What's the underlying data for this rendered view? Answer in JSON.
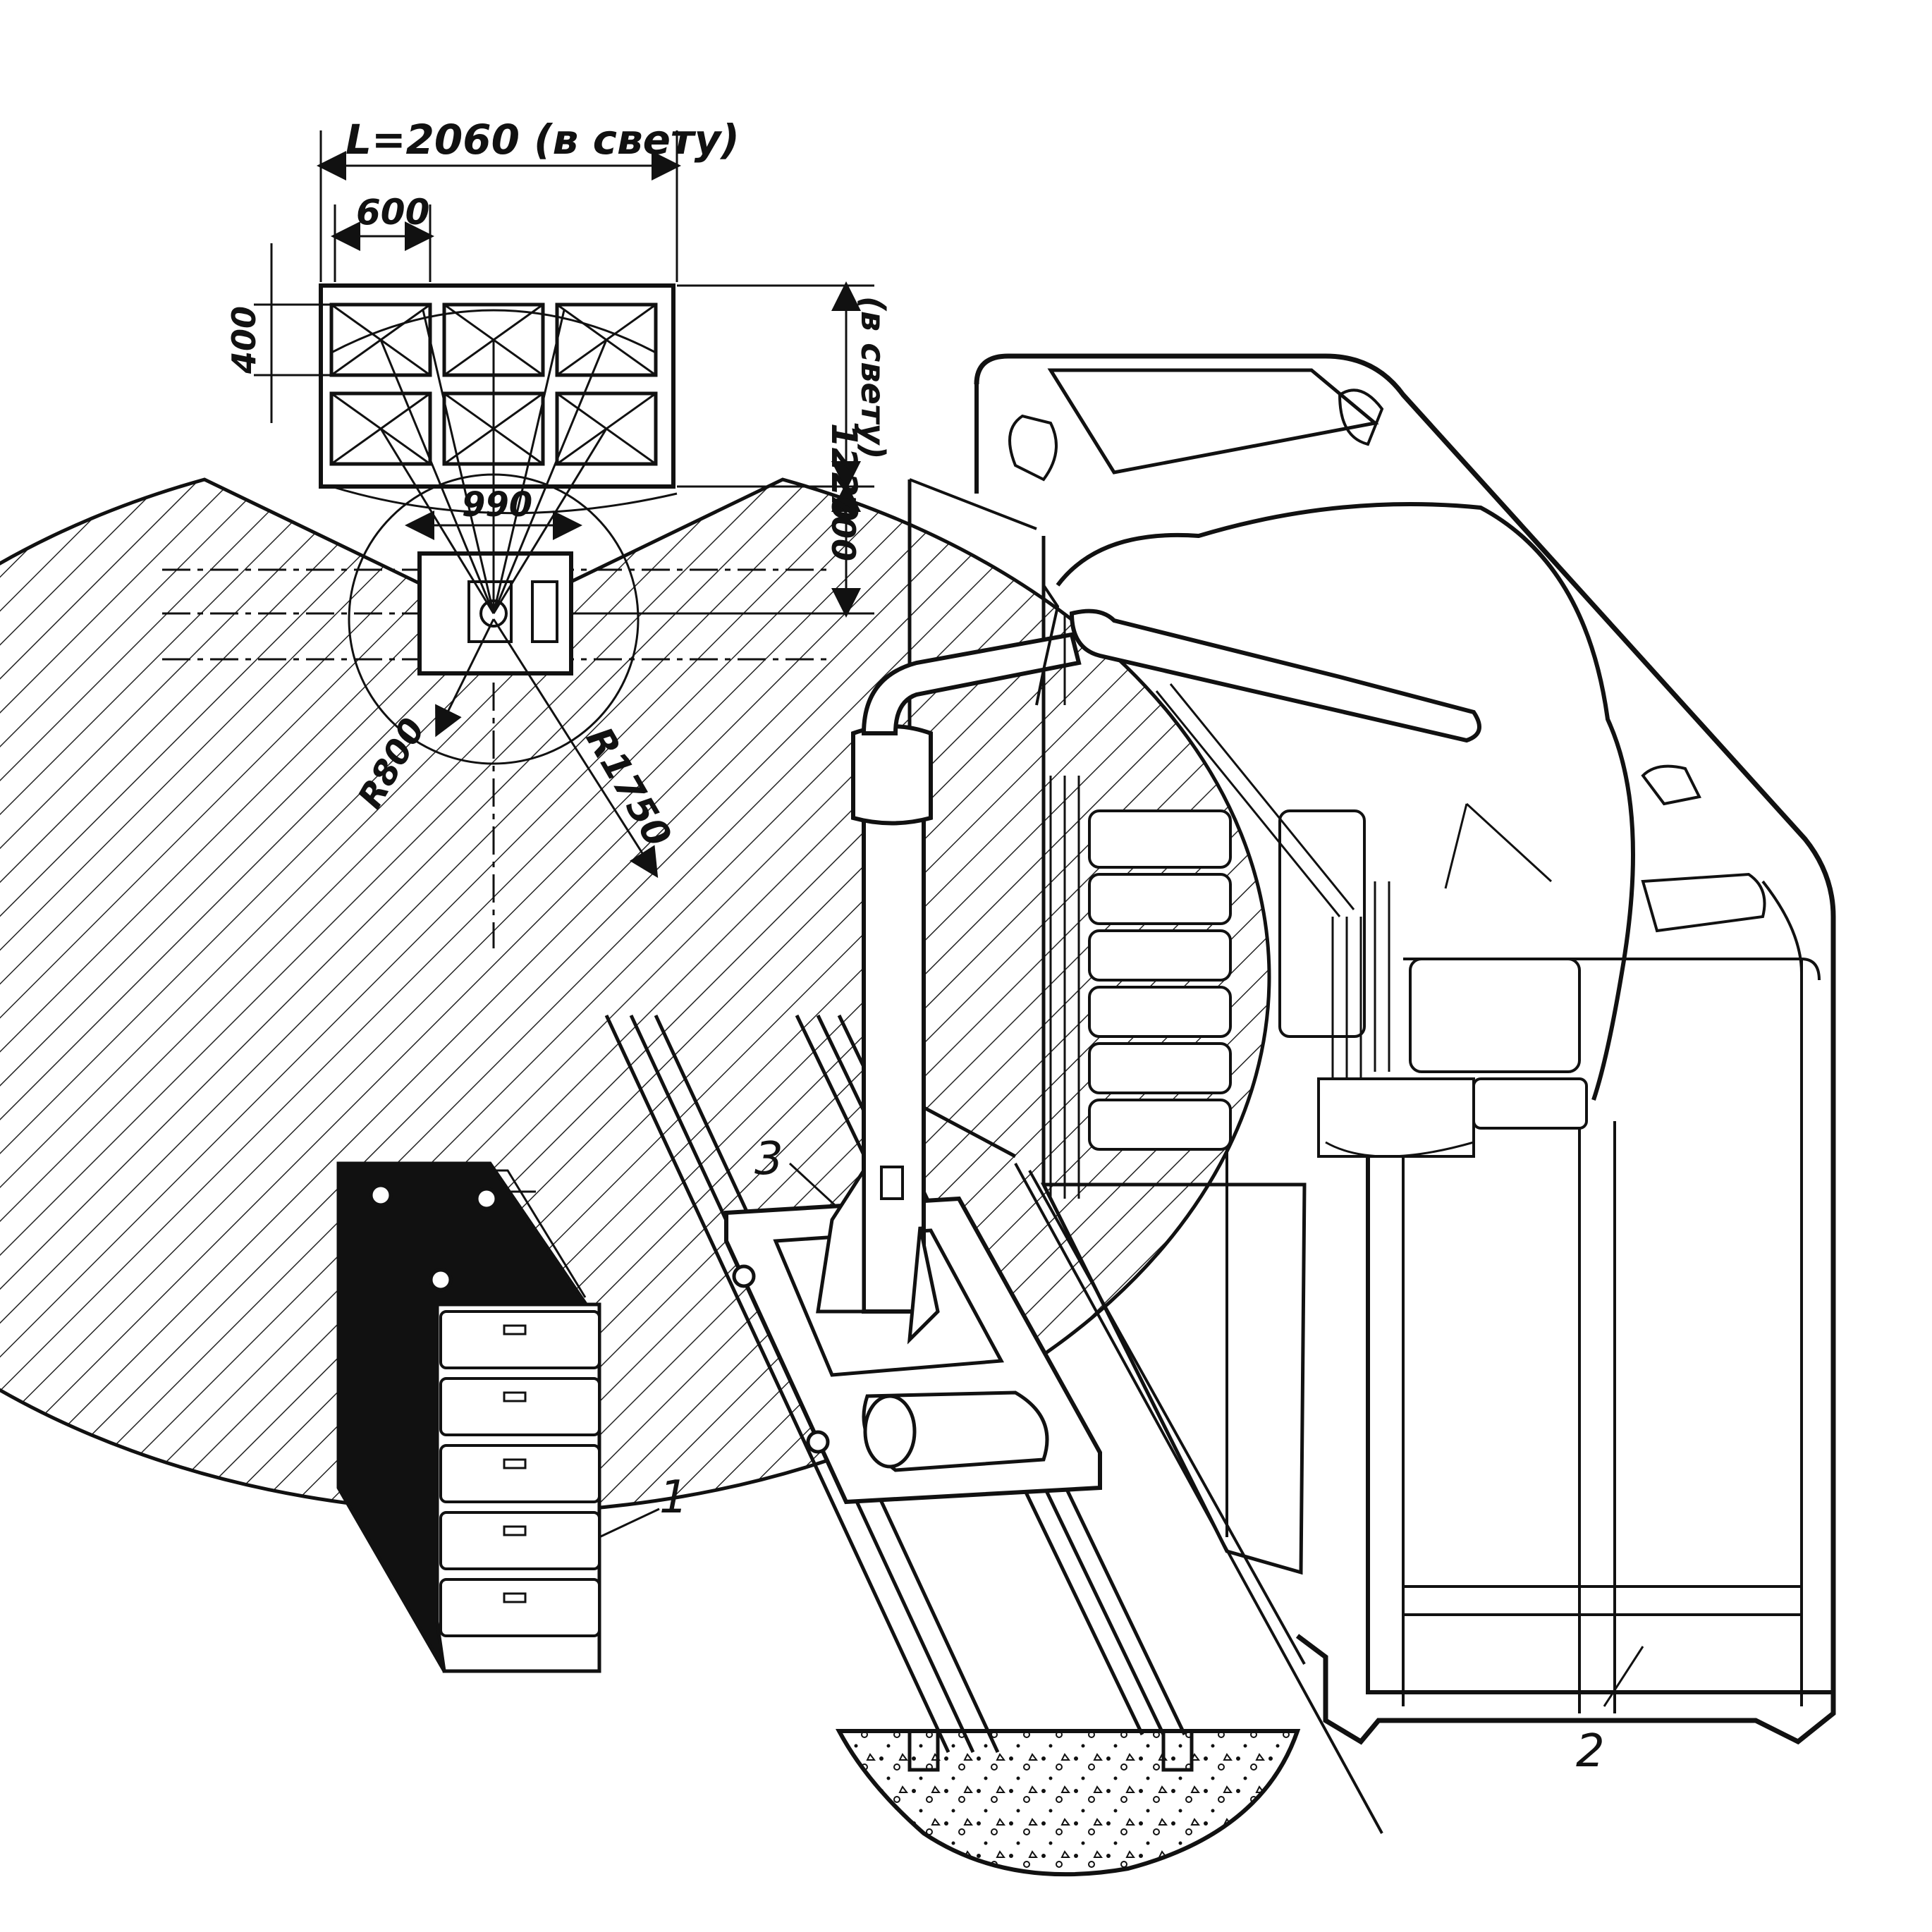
{
  "plan": {
    "span_label": "L=2060 (в свету)",
    "width_600": "600",
    "height_400": "400",
    "depth_1220": "1220",
    "depth_note": "(в свету)",
    "offset_700": "700",
    "arc_990": "990",
    "radius_800": "R800",
    "radius_1750": "R1750"
  },
  "callouts": {
    "c1": "1",
    "c2": "2",
    "c3": "3"
  }
}
